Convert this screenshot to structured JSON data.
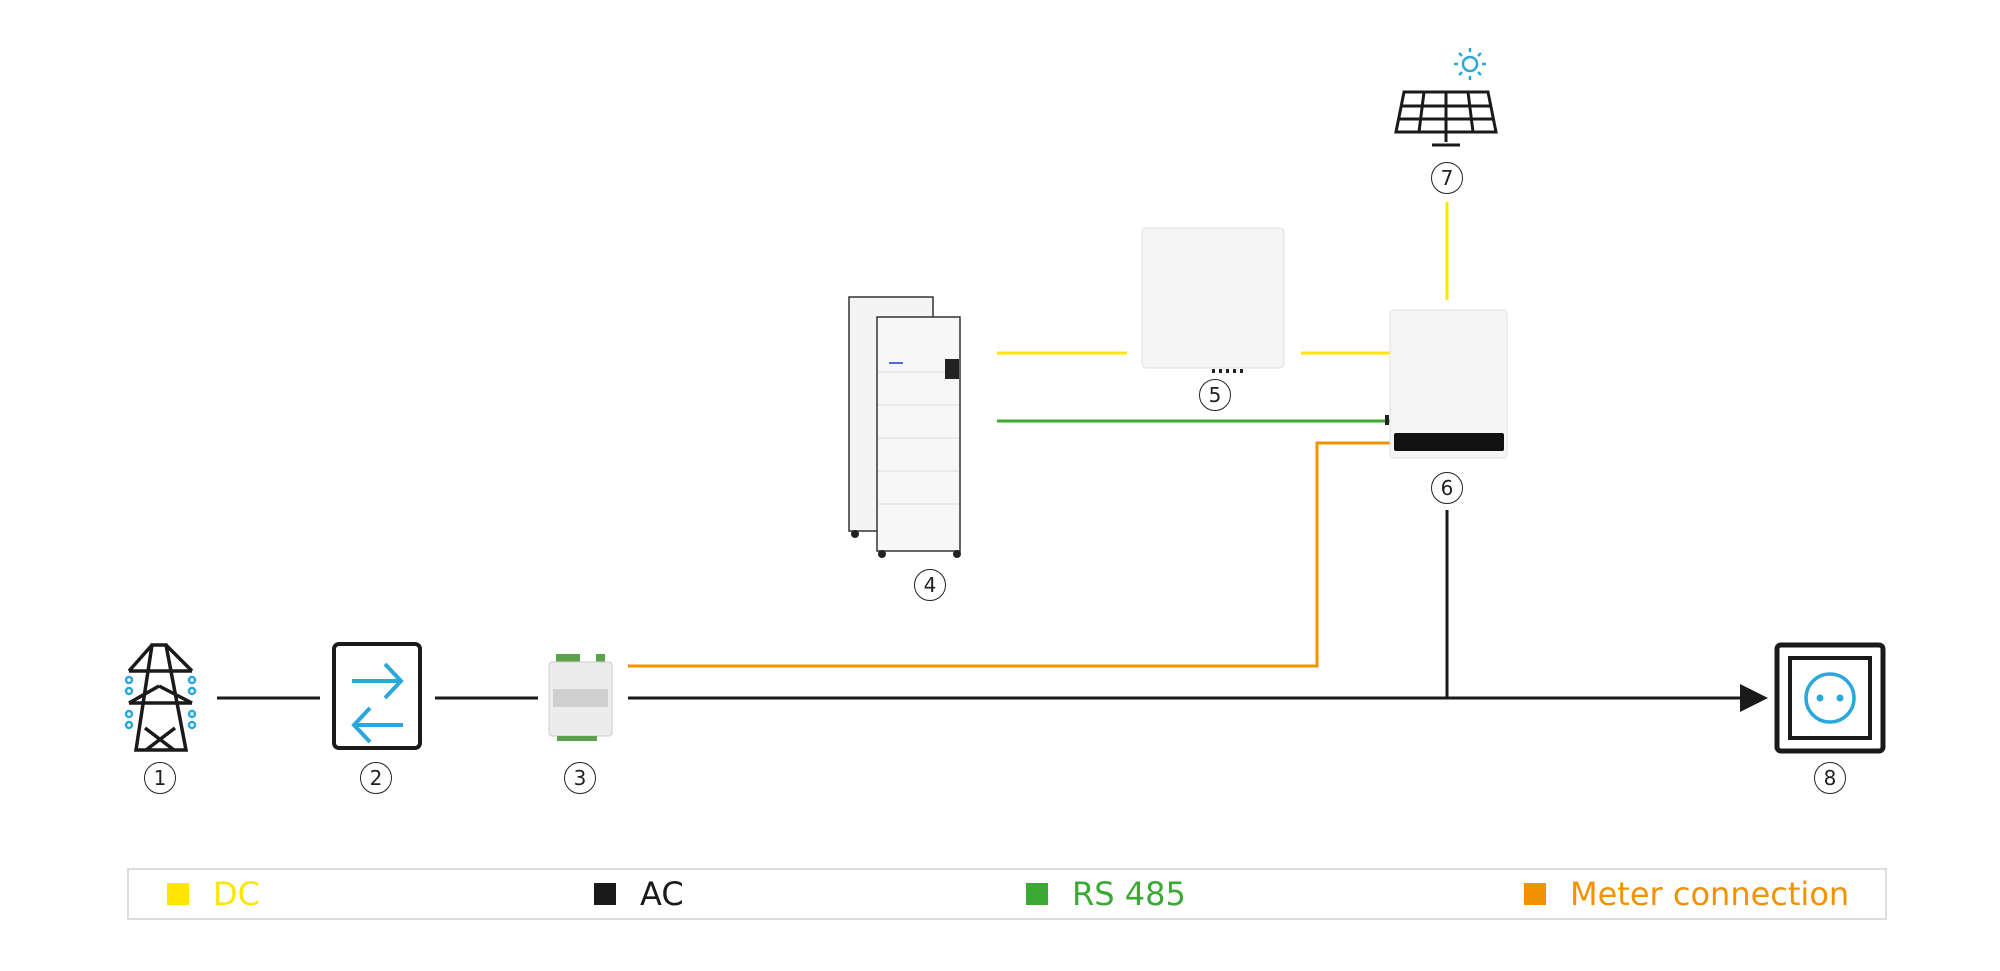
{
  "colors": {
    "dc": "#ffe600",
    "ac": "#1a1a1a",
    "rs485": "#3aaa35",
    "meter": "#f39200",
    "icon_blue": "#2aa8dc"
  },
  "components": [
    {
      "number": "1",
      "icon": "power-tower-icon"
    },
    {
      "number": "2",
      "icon": "bidirectional-arrows-icon"
    },
    {
      "number": "3",
      "icon": "energy-meter-icon"
    },
    {
      "number": "4",
      "icon": "battery-stack-icon"
    },
    {
      "number": "5",
      "icon": "battery-inverter-icon"
    },
    {
      "number": "6",
      "icon": "hybrid-inverter-icon"
    },
    {
      "number": "7",
      "icon": "solar-panel-icon"
    },
    {
      "number": "8",
      "icon": "power-socket-icon"
    }
  ],
  "legend": [
    {
      "label": "DC",
      "color": "#ffe600"
    },
    {
      "label": "AC",
      "color": "#1a1a1a"
    },
    {
      "label": "RS 485",
      "color": "#3aaa35"
    },
    {
      "label": "Meter connection",
      "color": "#f39200"
    }
  ]
}
